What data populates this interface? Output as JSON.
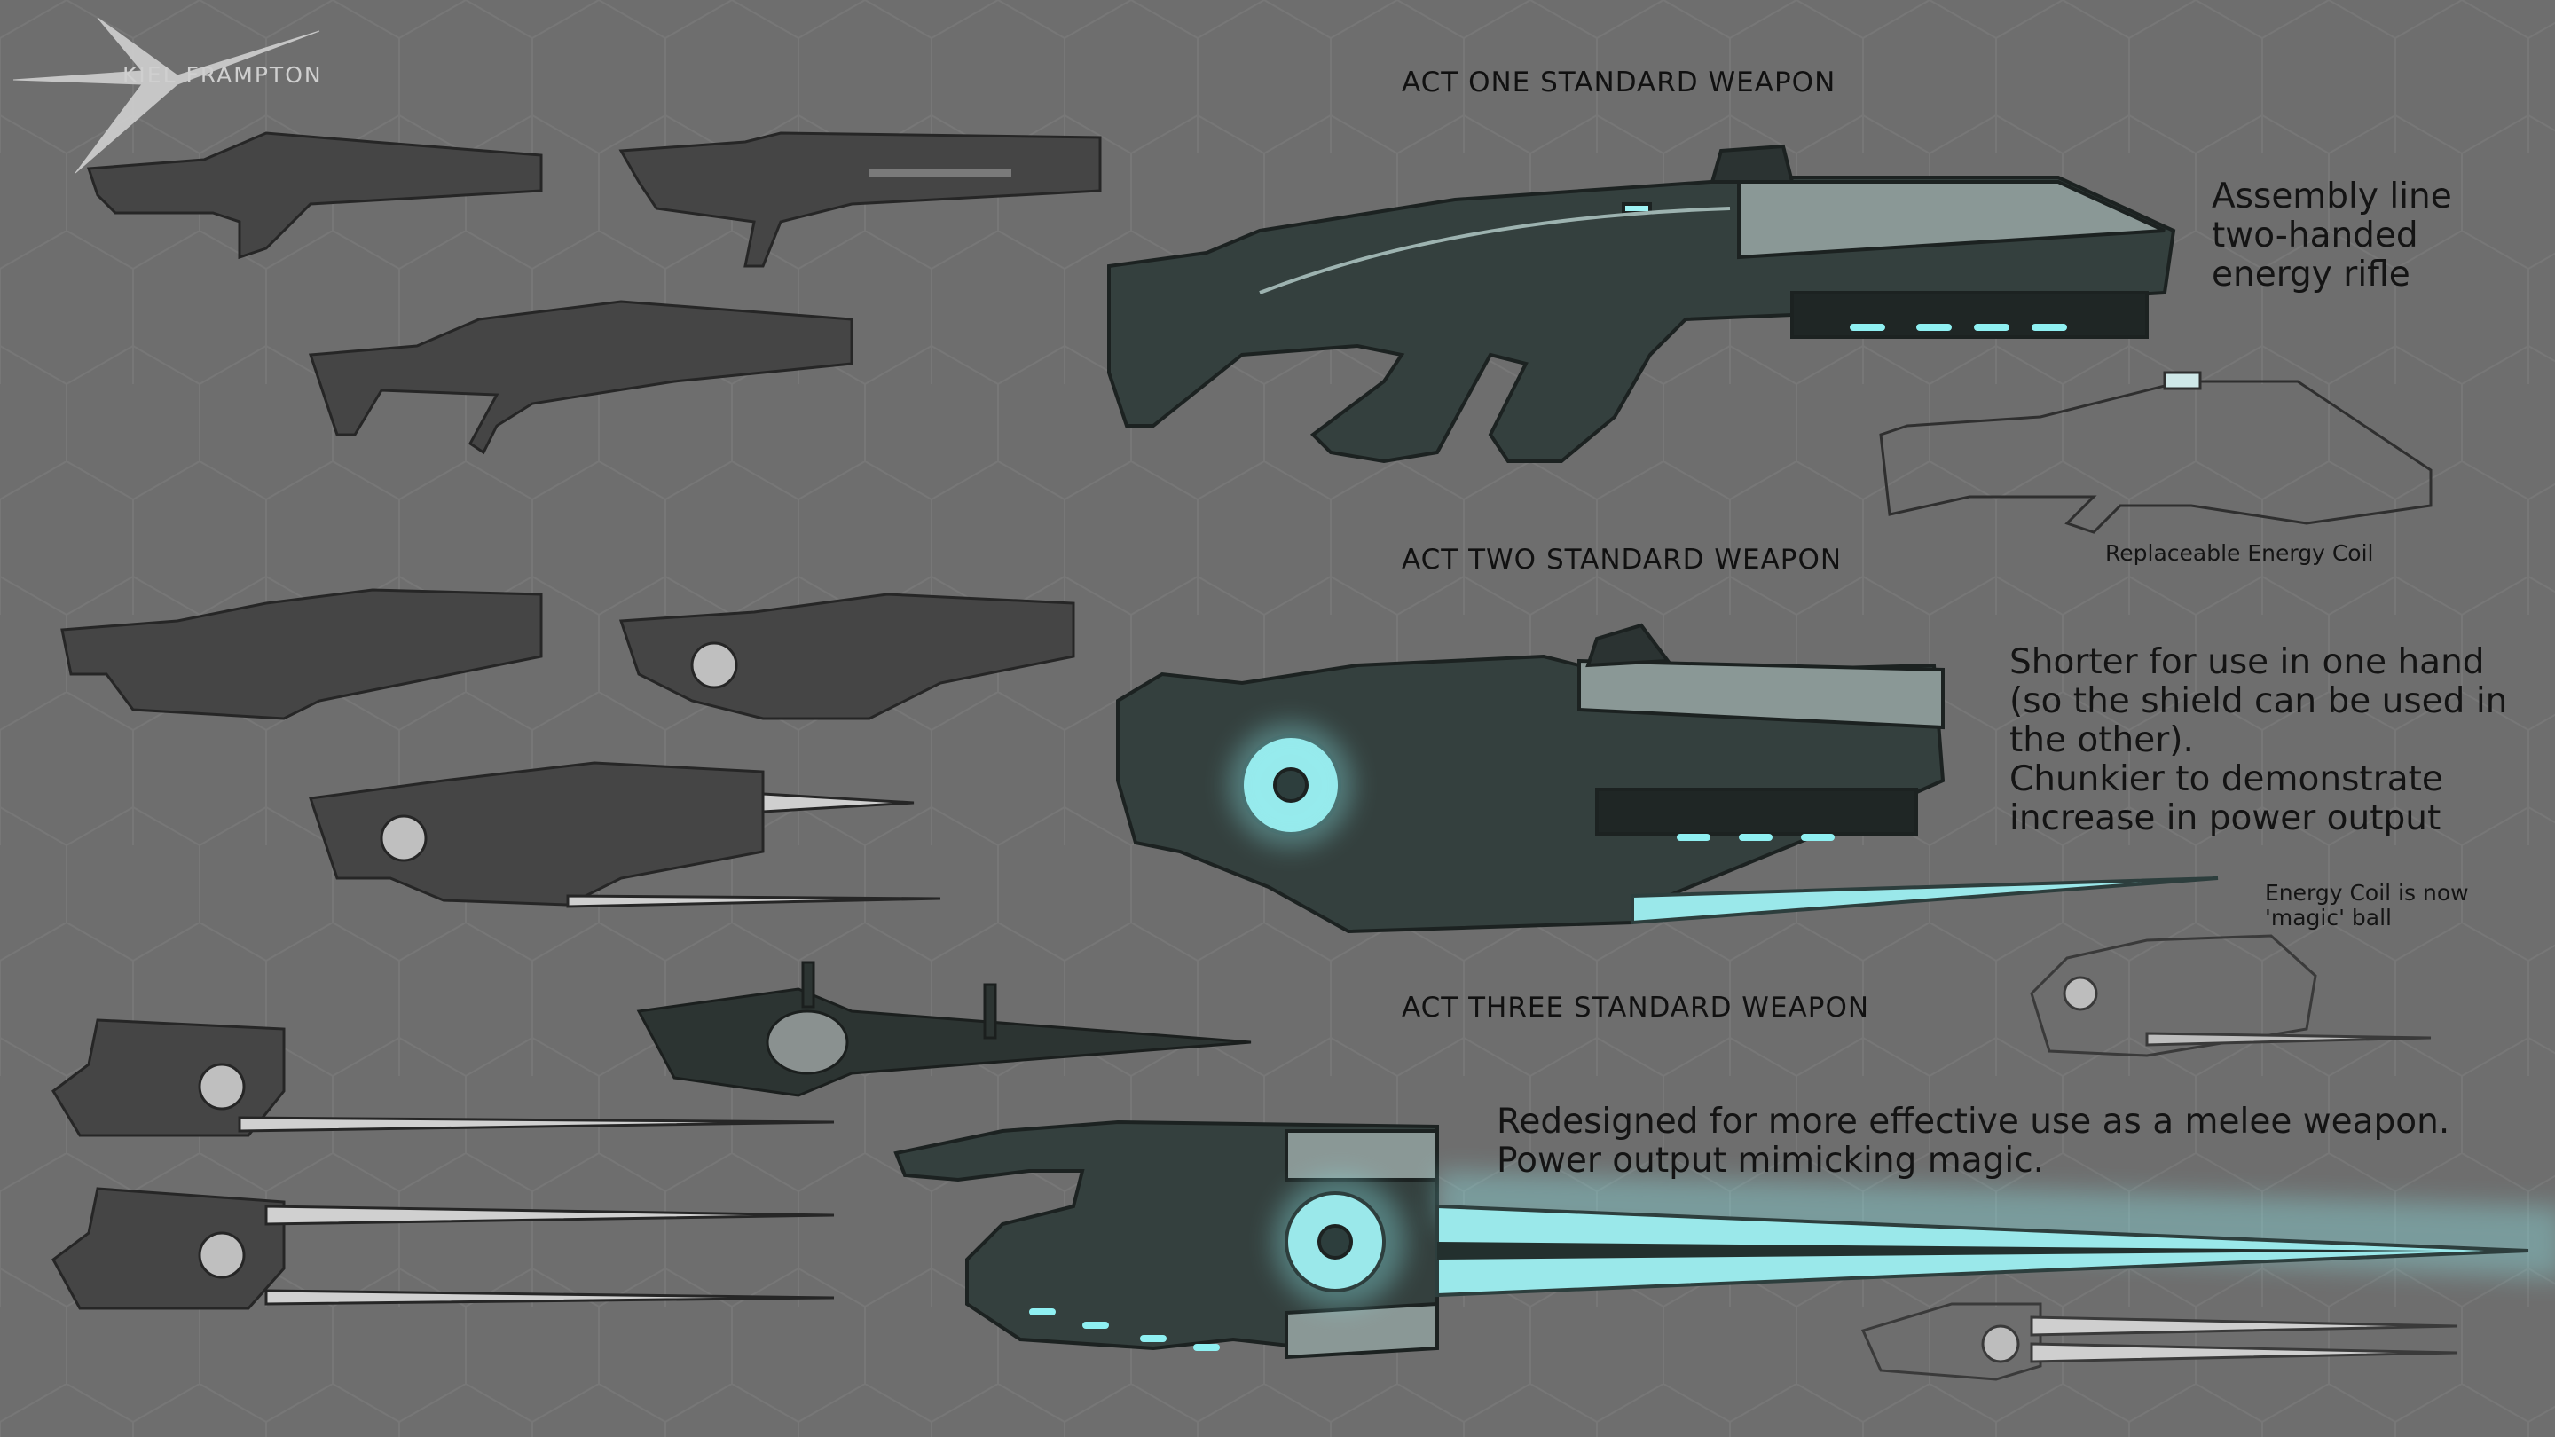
{
  "signature": "KIEL FRAMPTON",
  "headings": {
    "act_one": "ACT ONE STANDARD WEAPON",
    "act_two": "ACT TWO STANDARD WEAPON",
    "act_three": "ACT THREE STANDARD WEAPON"
  },
  "notes": {
    "act_one": "Assembly line\ntwo-handed\nenergy rifle",
    "act_one_callout": "Replaceable Energy Coil",
    "act_two": "Shorter for use in one hand\n(so the shield can be used in\nthe other).\nChunkier to demonstrate\nincrease in power output",
    "act_two_callout": "Energy Coil is now\n'magic' ball",
    "act_three": "Redesigned for more effective use as a melee weapon.\nPower output mimicking magic."
  },
  "colors": {
    "background": "#6e6e6e",
    "weapon_body": "#34403e",
    "energy_glow": "#8ff0f2",
    "sketch_gray": "#444444"
  }
}
